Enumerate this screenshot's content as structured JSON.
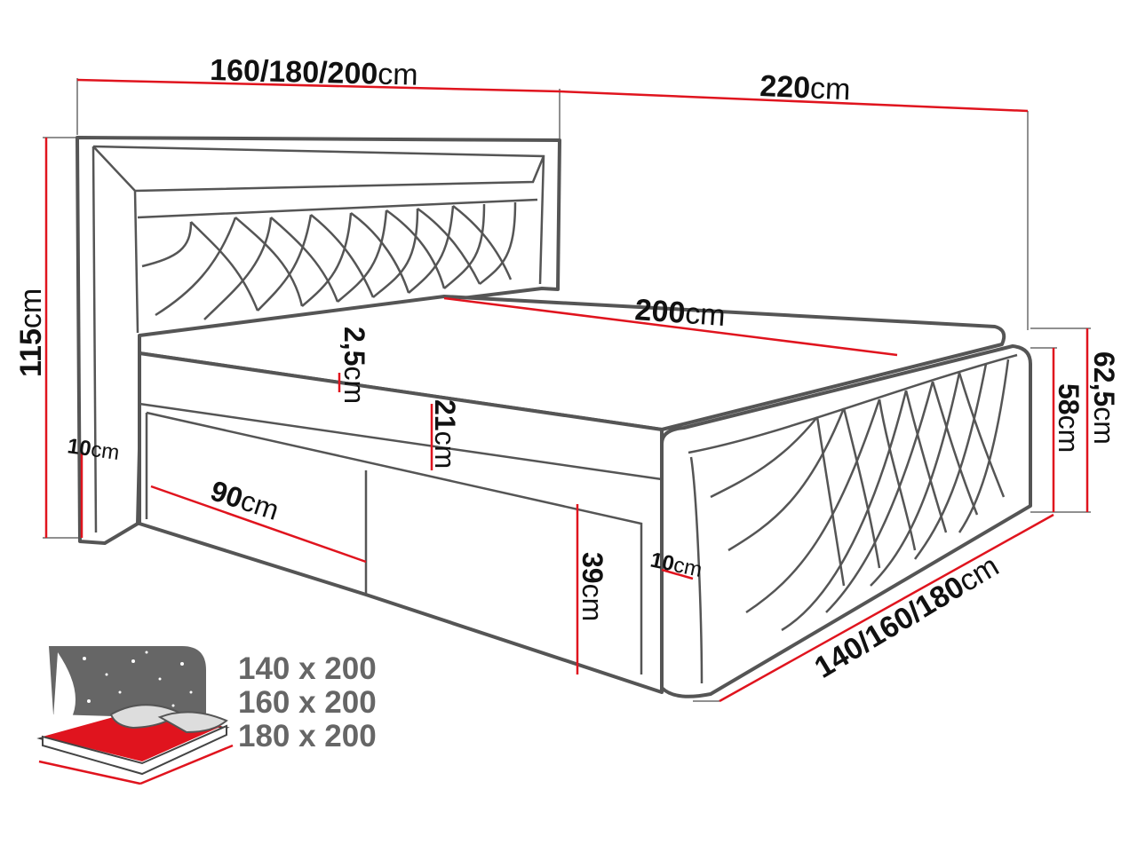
{
  "dimensions": {
    "headboard_width": {
      "value": "160/180/200",
      "unit": "cm"
    },
    "total_length": {
      "value": "220",
      "unit": "cm"
    },
    "headboard_height": {
      "value": "115",
      "unit": "cm"
    },
    "topper_thickness": {
      "value": "2,5",
      "unit": "cm"
    },
    "mattress_thickness": {
      "value": "21",
      "unit": "cm"
    },
    "mattress_length": {
      "value": "200",
      "unit": "cm"
    },
    "headboard_thickness": {
      "value": "10",
      "unit": "cm"
    },
    "drawer_width": {
      "value": "90",
      "unit": "cm"
    },
    "base_height": {
      "value": "39",
      "unit": "cm"
    },
    "footboard_thickness": {
      "value": "10",
      "unit": "cm"
    },
    "footboard_height": {
      "value": "58",
      "unit": "cm"
    },
    "total_height_foot": {
      "value": "62,5",
      "unit": "cm"
    },
    "bed_width": {
      "value": "140/160/180",
      "unit": "cm"
    }
  },
  "sizes": [
    "140 x 200",
    "160 x 200",
    "180 x 200"
  ],
  "colors": {
    "dimension_line": "#e0141e",
    "outline": "#555555",
    "size_text": "#666666"
  }
}
